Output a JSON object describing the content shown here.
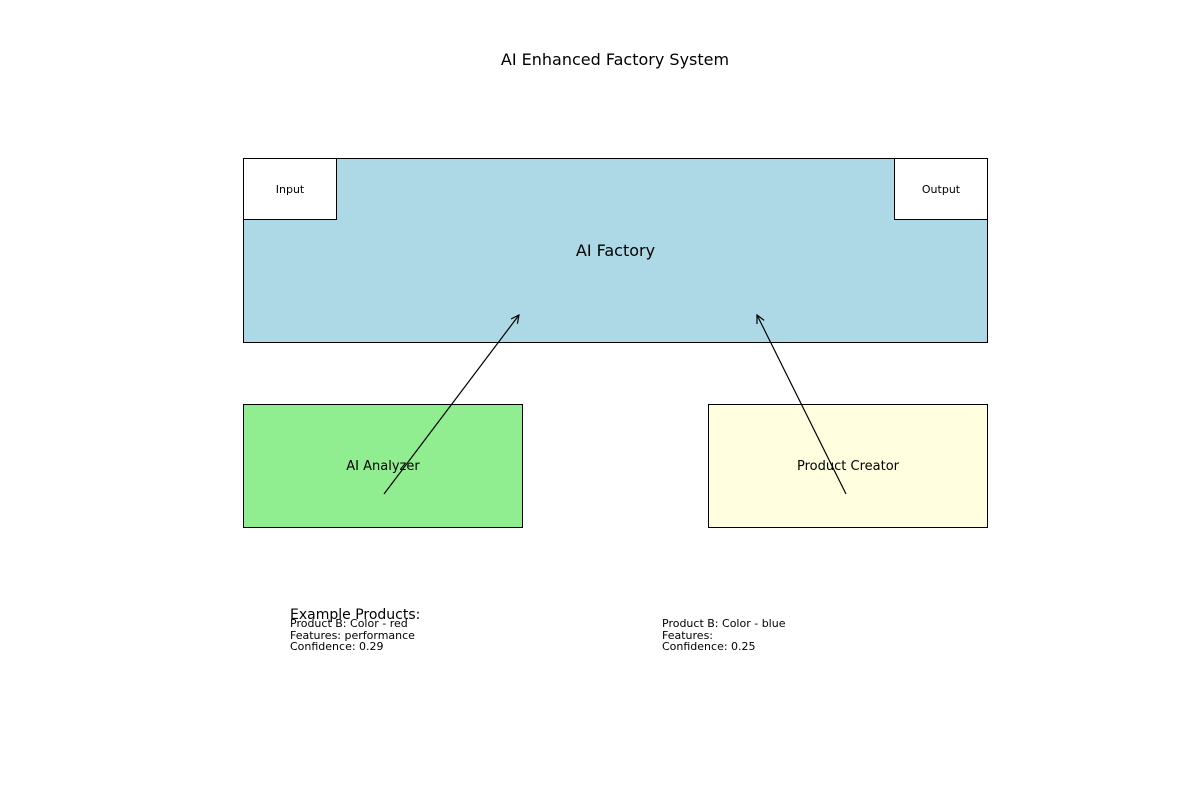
{
  "title": "AI Enhanced Factory System",
  "factory": {
    "label": "AI Factory",
    "color": "#add8e6",
    "input_label": "Input",
    "output_label": "Output"
  },
  "analyzer": {
    "label": "AI Analyzer",
    "color": "#90ee90"
  },
  "creator": {
    "label": "Product Creator",
    "color": "#ffffe0"
  },
  "examples": {
    "heading": "Example Products:",
    "products": [
      {
        "line1": "Product B: Color - red",
        "line2": "Features: performance",
        "line3": "Confidence: 0.29"
      },
      {
        "line1": "Product B: Color - blue",
        "line2": "Features:",
        "line3": "Confidence: 0.25"
      }
    ]
  }
}
